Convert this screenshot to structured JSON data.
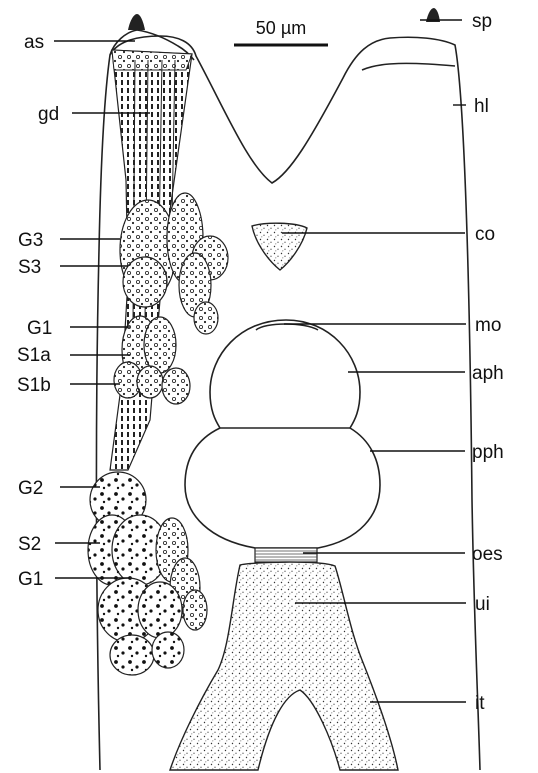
{
  "scale_bar": {
    "label": "50 µm"
  },
  "labels": {
    "as": "as",
    "sp": "sp",
    "gd": "gd",
    "hl": "hl",
    "G3": "G3",
    "S3": "S3",
    "co": "co",
    "G1_top": "G1",
    "S1a": "S1a",
    "mo": "mo",
    "S1b": "S1b",
    "aph": "aph",
    "pph": "pph",
    "G2": "G2",
    "S2": "S2",
    "oes": "oes",
    "G1_bottom": "G1",
    "ui": "ui",
    "it": "it"
  }
}
